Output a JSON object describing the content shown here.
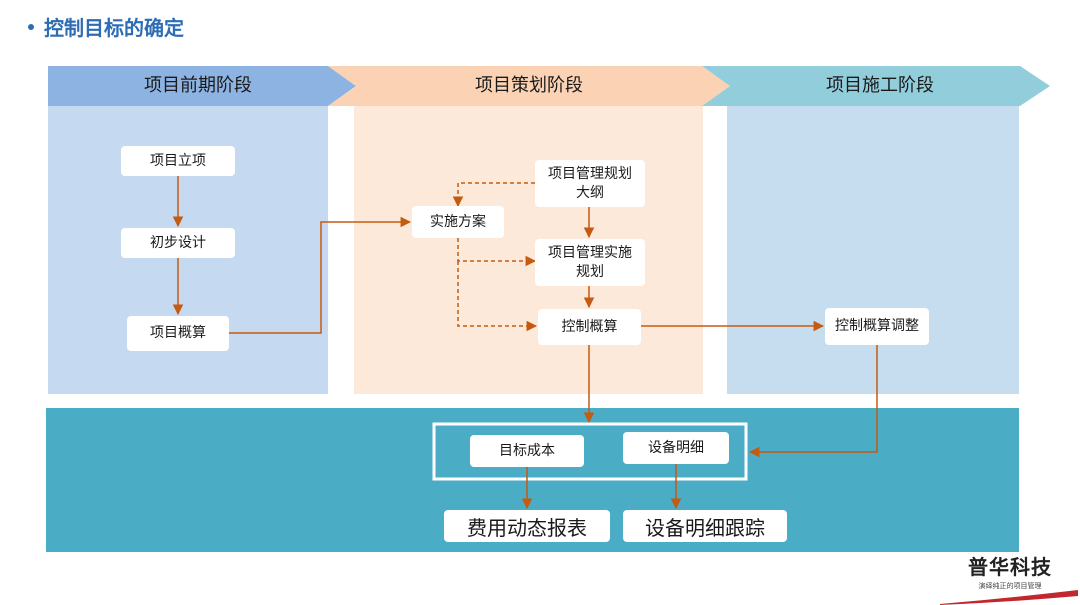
{
  "title": "控制目标的确定",
  "phases": [
    {
      "label": "项目前期阶段",
      "color": "#8db3e2"
    },
    {
      "label": "项目策划阶段",
      "color": "#fbd3b4"
    },
    {
      "label": "项目施工阶段",
      "color": "#92cddc"
    }
  ],
  "panel_colors": {
    "early": "#c5d9f1",
    "plan": "#fde9d9",
    "build": "#c6dcef",
    "bottom": "#4bacc6"
  },
  "arrow_color": "#c55a11",
  "nodes": {
    "project_approval": "项目立项",
    "preliminary_design": "初步设计",
    "project_estimate": "项目概算",
    "implementation_plan": "实施方案",
    "mgmt_outline": "项目管理规划大纲",
    "mgmt_impl_plan": "项目管理实施规划",
    "control_estimate": "控制概算",
    "control_estimate_adjust": "控制概算调整",
    "target_cost": "目标成本",
    "equipment_detail": "设备明细",
    "cost_report": "费用动态报表",
    "equipment_tracking": "设备明细跟踪"
  },
  "logo": {
    "name": "普华科技",
    "slogan": "演绎纯正的项目管理"
  }
}
